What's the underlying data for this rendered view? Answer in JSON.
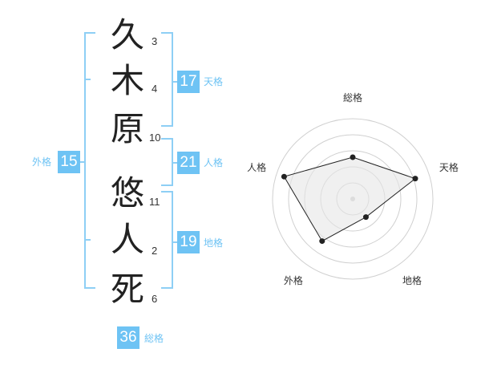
{
  "characters": [
    {
      "char": "久",
      "strokes": "3"
    },
    {
      "char": "木",
      "strokes": "4"
    },
    {
      "char": "原",
      "strokes": "10"
    },
    {
      "char": "悠",
      "strokes": "11"
    },
    {
      "char": "人",
      "strokes": "2"
    },
    {
      "char": "死",
      "strokes": "6"
    }
  ],
  "kakusu": {
    "tenkaku": {
      "value": "17",
      "label": "天格"
    },
    "jinkaku": {
      "value": "21",
      "label": "人格"
    },
    "chikaku": {
      "value": "19",
      "label": "地格"
    },
    "gaikaku": {
      "value": "15",
      "label": "外格"
    },
    "soukaku": {
      "value": "36",
      "label": "総格"
    }
  },
  "colors": {
    "accent": "#6ec3f4",
    "bracket": "#8ecff5",
    "radar_fill": "#e6e6e6",
    "radar_ring": "#d0d0d0"
  },
  "chart_data": {
    "type": "radar",
    "axes": [
      "総格",
      "天格",
      "地格",
      "外格",
      "人格"
    ],
    "values": [
      0.52,
      0.82,
      0.28,
      0.65,
      0.9
    ],
    "max": 1
  }
}
